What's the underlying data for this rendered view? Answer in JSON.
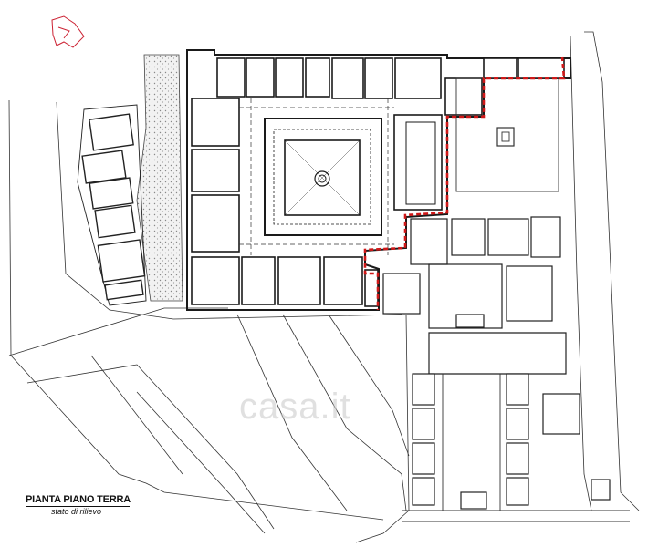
{
  "plan": {
    "title": "PIANTA PIANO TERRA",
    "subtitle": "stato di rilievo",
    "watermark": "casa.it",
    "boundary_color": "#d01818",
    "ink_color": "#222222"
  }
}
